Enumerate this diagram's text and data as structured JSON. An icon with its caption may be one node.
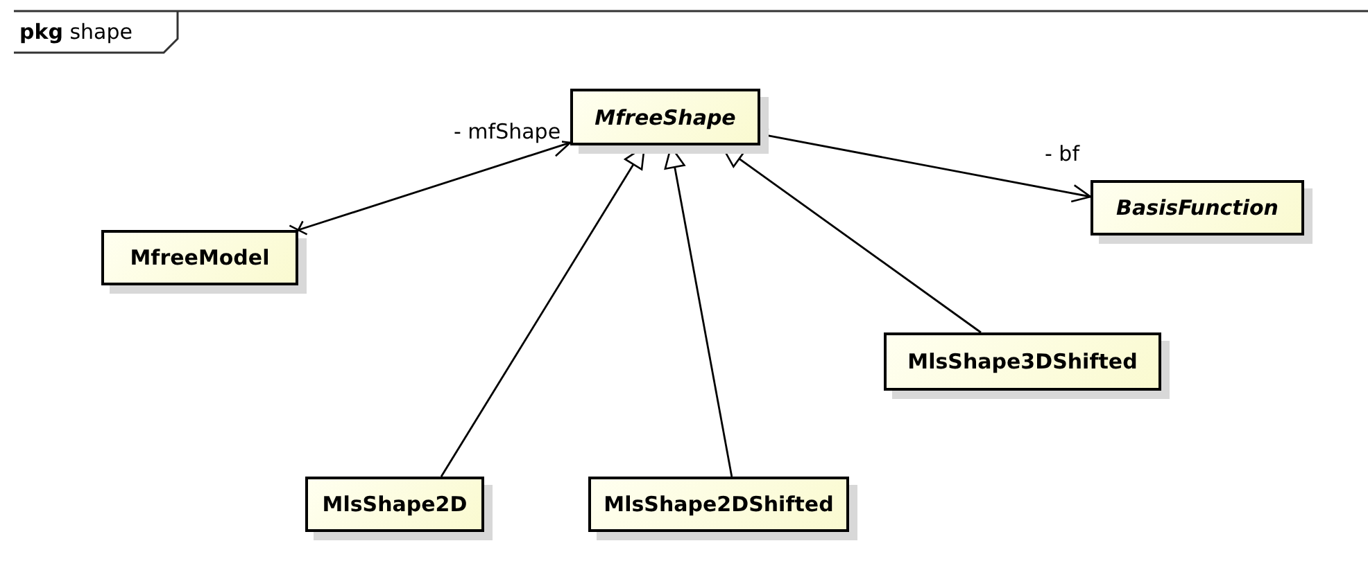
{
  "diagram": {
    "title": "**pkg** shape",
    "nodes": [
      {
        "text": [
          "MfreeShape"
        ]
      },
      {
        "text": [
          "BasisFunction"
        ]
      },
      {
        "text": [
          "MfreeModel"
        ]
      },
      {
        "text": [
          "MlsShape3DShifted"
        ]
      },
      {
        "text": [
          "MlsShape2D"
        ]
      },
      {
        "text": [
          "MlsShape2DShifted"
        ]
      }
    ],
    "edges": [
      {
        "from": 2,
        "to": 0,
        "arrow": "to",
        "label": "- mfShape"
      },
      {
        "from": 0,
        "to": 1,
        "arrow": "to",
        "label": "- bf"
      },
      {
        "from": 4,
        "to": 0,
        "arrow": "to"
      },
      {
        "from": 5,
        "to": 0,
        "arrow": "to"
      },
      {
        "from": 3,
        "to": 0,
        "arrow": "to"
      }
    ]
  }
}
